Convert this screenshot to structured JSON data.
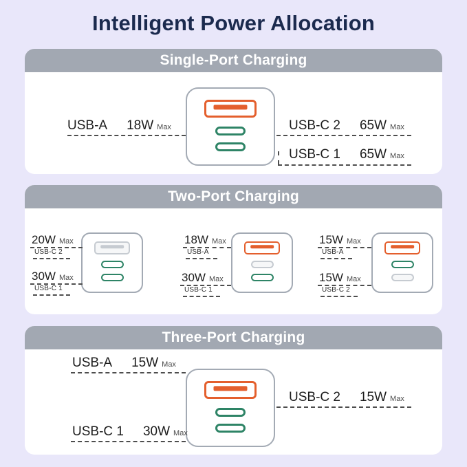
{
  "title": "Intelligent Power Allocation",
  "sections": {
    "single": {
      "header": "Single-Port Charging",
      "usba": {
        "port": "USB-A",
        "watt": "18W",
        "max": "Max"
      },
      "usbc2": {
        "port": "USB-C 2",
        "watt": "65W",
        "max": "Max"
      },
      "usbc1": {
        "port": "USB-C 1",
        "watt": "65W",
        "max": "Max"
      }
    },
    "two": {
      "header": "Two-Port Charging",
      "charger1": {
        "top": {
          "watt": "20W",
          "max": "Max",
          "port": "USB-C 2"
        },
        "bottom": {
          "watt": "30W",
          "max": "Max",
          "port": "USB-C 1"
        }
      },
      "charger2": {
        "top": {
          "watt": "18W",
          "max": "Max",
          "port": "USB-A"
        },
        "bottom": {
          "watt": "30W",
          "max": "Max",
          "port": "USB-C 1"
        }
      },
      "charger3": {
        "top": {
          "watt": "15W",
          "max": "Max",
          "port": "USB-A"
        },
        "bottom": {
          "watt": "15W",
          "max": "Max",
          "port": "USB-C 2"
        }
      }
    },
    "three": {
      "header": "Three-Port Charging",
      "usba": {
        "port": "USB-A",
        "watt": "15W",
        "max": "Max"
      },
      "usbc2": {
        "port": "USB-C 2",
        "watt": "15W",
        "max": "Max"
      },
      "usbc1": {
        "port": "USB-C 1",
        "watt": "30W",
        "max": "Max"
      }
    }
  },
  "colors": {
    "background": "#E9E7FA",
    "panel": "#FFFFFF",
    "header_bar": "#A2A8B2",
    "title_text": "#1B2A4E",
    "usb_a_active": "#E45F2D",
    "usb_c_active": "#2E8466",
    "port_inactive": "#C6CBD1"
  }
}
